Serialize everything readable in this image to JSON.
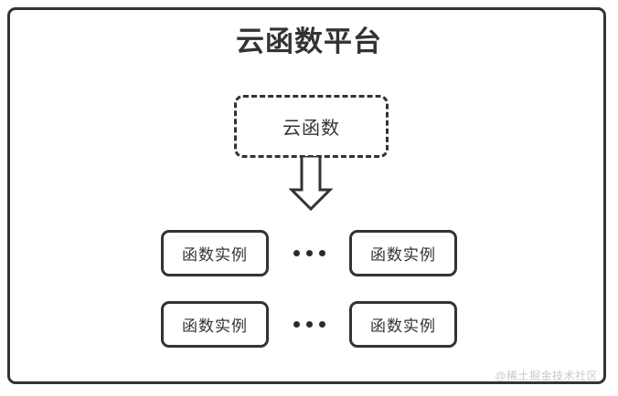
{
  "diagram": {
    "title": "云函数平台",
    "function_box": {
      "label": "云函数",
      "border_style": "dashed"
    },
    "arrow": {
      "icon": "down-block-arrow",
      "direction": "down"
    },
    "rows": [
      {
        "left_instance": "函数实例",
        "ellipsis": "•••",
        "right_instance": "函数实例"
      },
      {
        "left_instance": "函数实例",
        "ellipsis": "•••",
        "right_instance": "函数实例"
      }
    ],
    "watermark": "@稀土掘金技术社区",
    "colors": {
      "stroke": "#333333",
      "background": "#ffffff",
      "text": "#333333",
      "watermark": "#c9c9c9"
    }
  }
}
